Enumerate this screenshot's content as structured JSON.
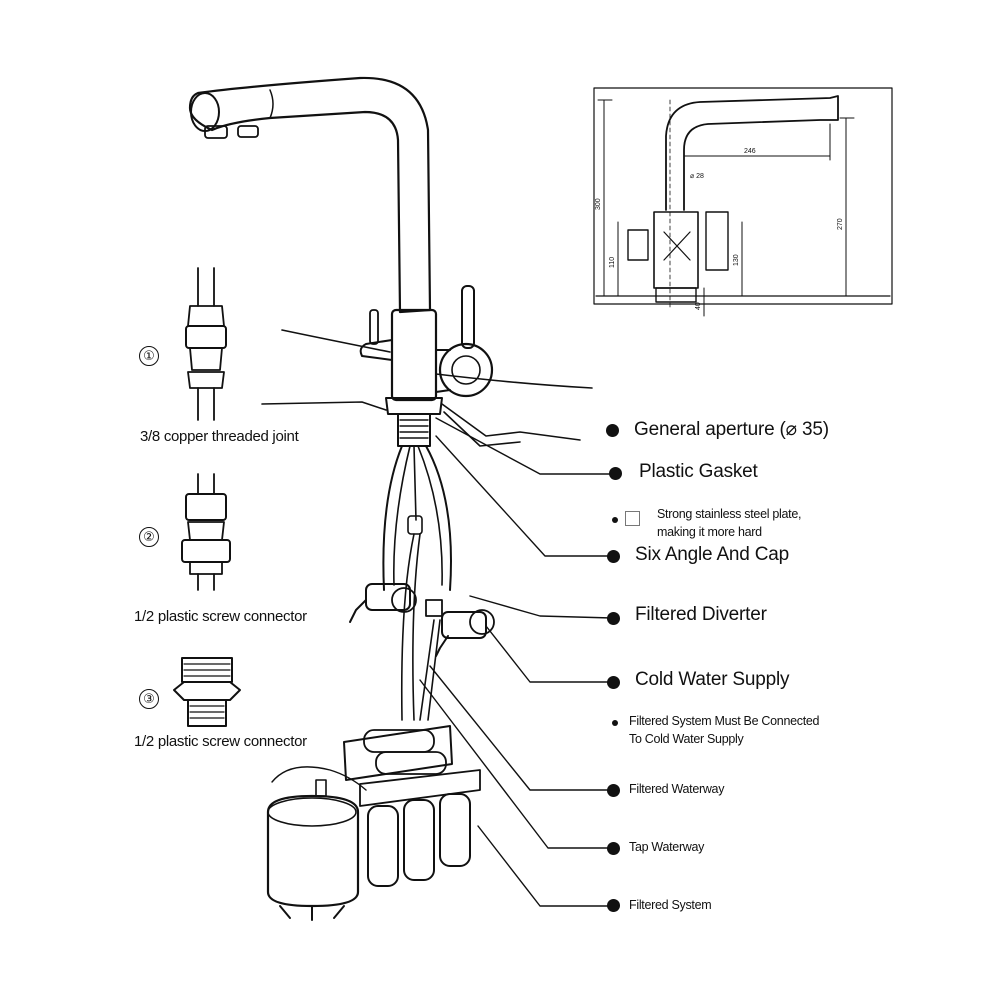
{
  "labels": {
    "general_aperture": "General aperture (⌀ 35)",
    "plastic_gasket": "Plastic Gasket",
    "steel_plate": "Strong stainless steel plate,\nmaking it more hard",
    "six_angle_cap": "Six Angle And Cap",
    "filtered_diverter": "Filtered Diverter",
    "cold_water_supply": "Cold Water Supply",
    "filtered_system_note": "Filtered System Must Be Connected\nTo Cold Water Supply",
    "filtered_waterway": "Filtered Waterway",
    "tap_waterway": "Tap Waterway",
    "filtered_system": "Filtered System"
  },
  "connectors": [
    {
      "number": "①",
      "caption": "3/8 copper threaded joint"
    },
    {
      "number": "②",
      "caption": "1/2 plastic screw connector"
    },
    {
      "number": "③",
      "caption": "1/2 plastic screw connector"
    }
  ],
  "dimensions": {
    "reach": "246",
    "diameter": "⌀ 28",
    "total_height": "300",
    "spout_height": "270",
    "handle_height": "110",
    "body_height": "130",
    "base_height": "40"
  },
  "colors": {
    "ink": "#111111",
    "background": "#ffffff",
    "hint_box": "#777777"
  }
}
